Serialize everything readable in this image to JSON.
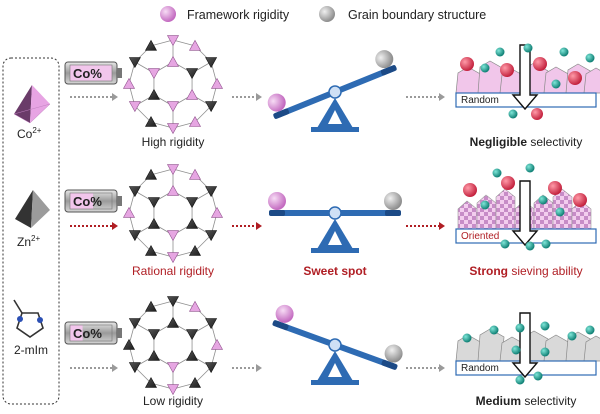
{
  "legend": {
    "framework_rigidity": "Framework rigidity",
    "grain_boundary": "Grain boundary structure",
    "colors": {
      "framework": "#d98fd6",
      "grain": "#b0b0b0"
    }
  },
  "reagents": [
    {
      "label": "Co",
      "charge": "2+"
    },
    {
      "label": "Zn",
      "charge": "2+"
    },
    {
      "label": "2-mIm",
      "charge": ""
    }
  ],
  "battery_label": "Co%",
  "rows": [
    {
      "rigidity": "High rigidity",
      "result_bold": "Negligible",
      "result_rest": " selectivity",
      "membrane_label": "Random"
    },
    {
      "rigidity": "Rational rigidity",
      "center": "Sweet spot",
      "result_bold": "Strong",
      "result_rest": " sieving ability",
      "membrane_label": "Oriented"
    },
    {
      "rigidity": "Low rigidity",
      "result_bold": "Medium",
      "result_rest": " selectivity",
      "membrane_label": "Random"
    }
  ],
  "colors": {
    "accent_red": "#b01e24",
    "seesaw_blue": "#2e6bb3",
    "pink_crystal": "#f1c6ea",
    "teal_ball": "#1fa89a",
    "red_ball": "#e0455f"
  }
}
